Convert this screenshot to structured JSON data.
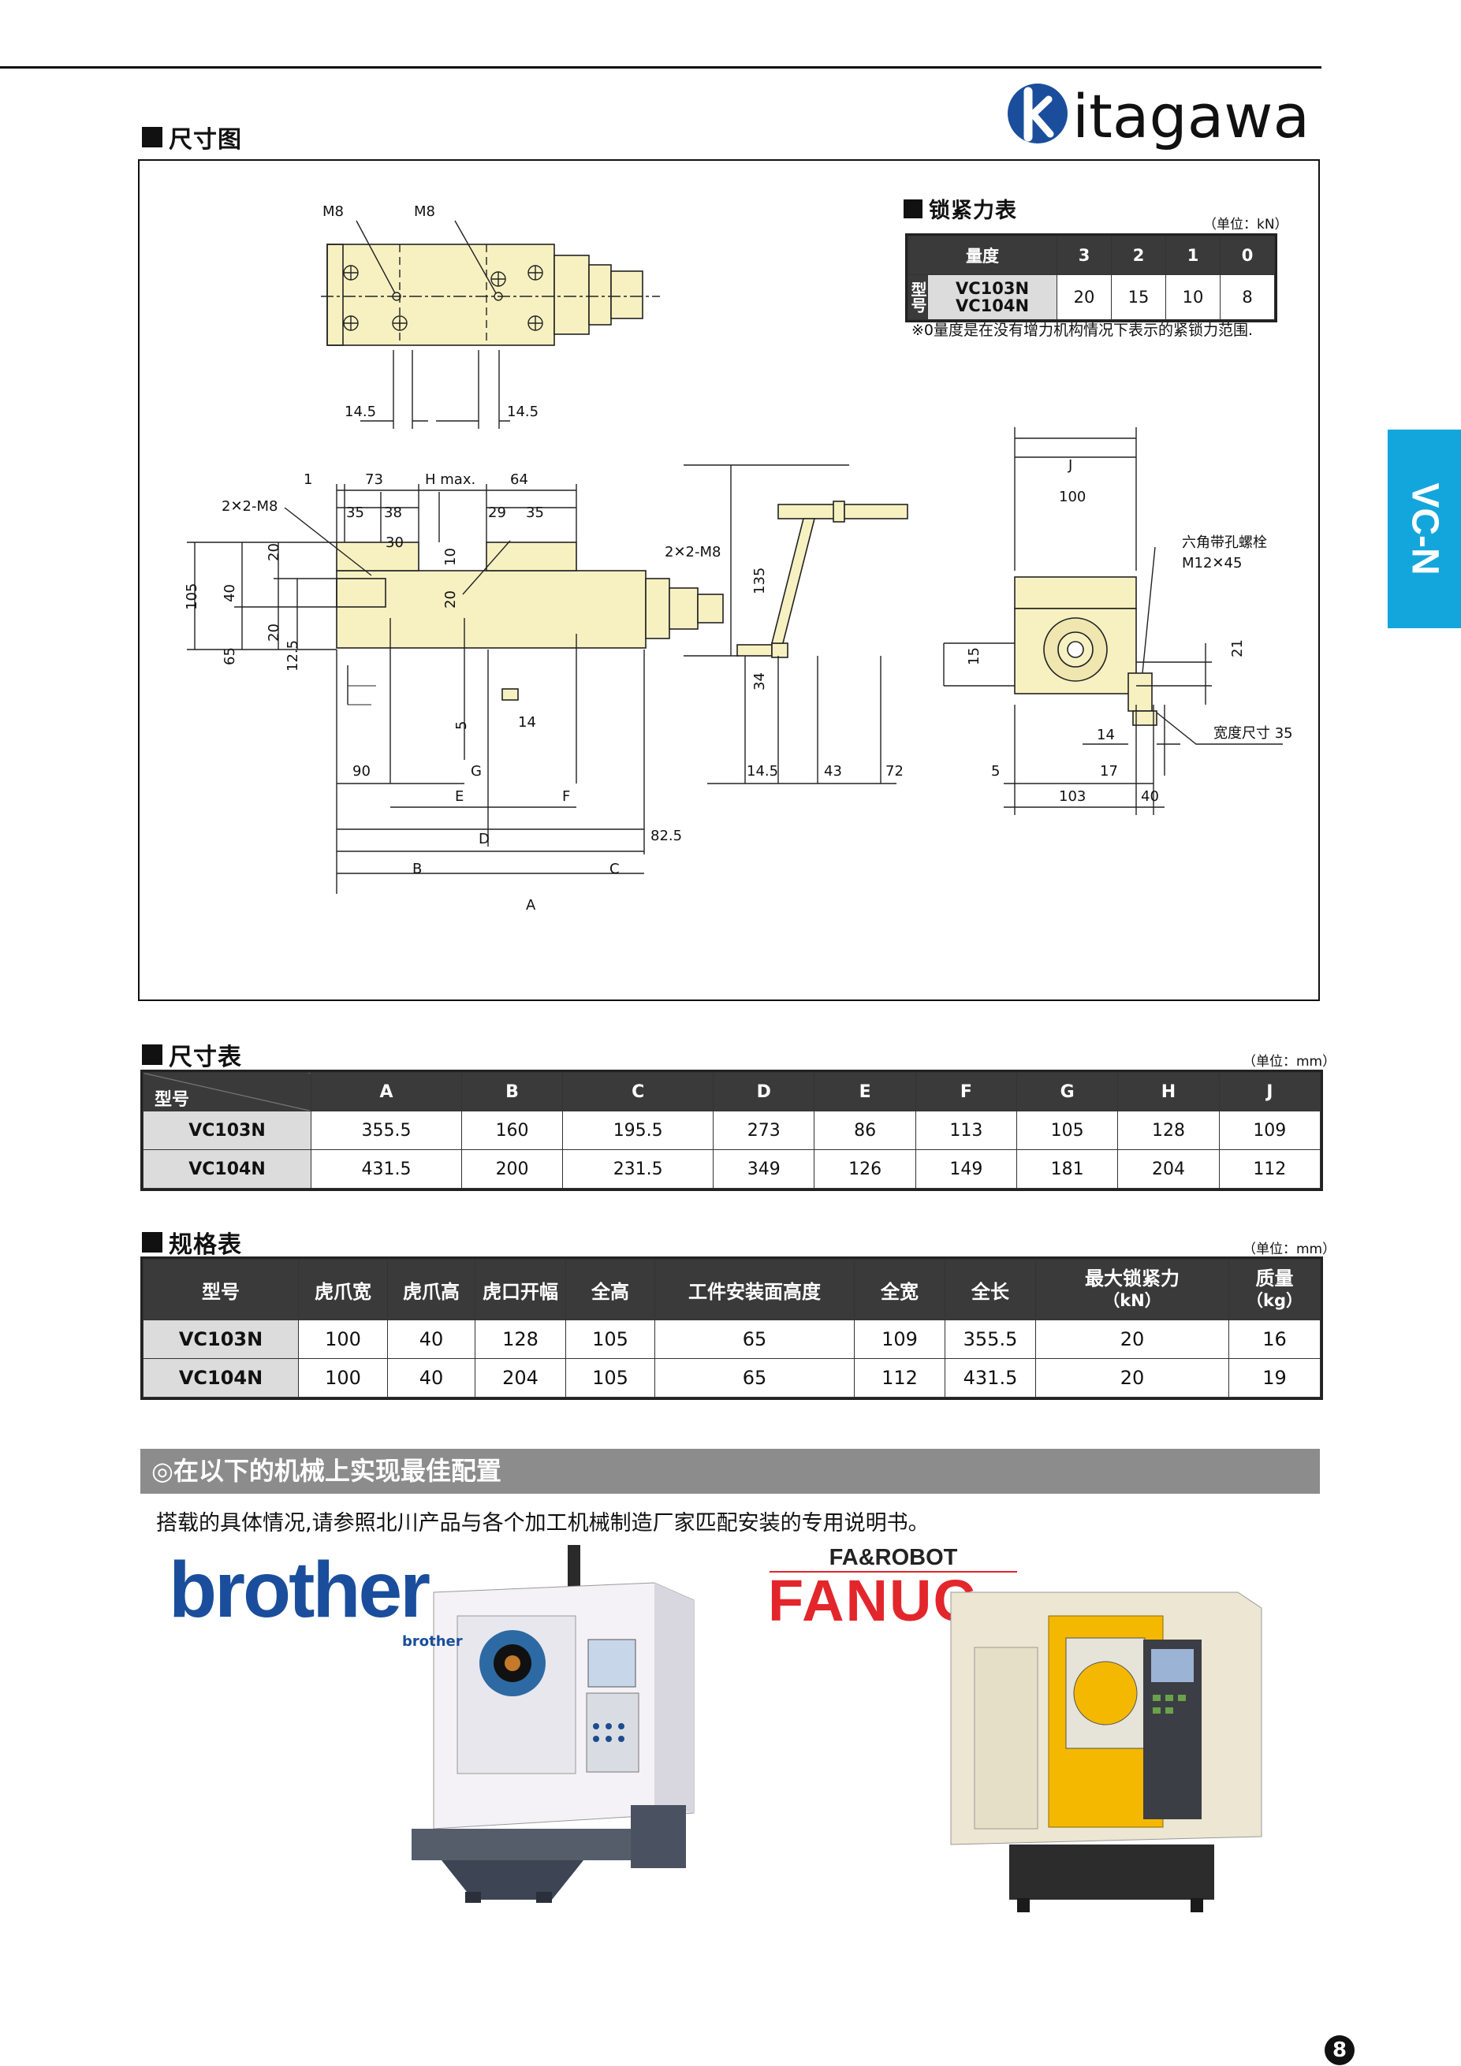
{
  "brand": {
    "logo_text": "kitagawa",
    "logo_k": "k",
    "logo_rest": "itagawa"
  },
  "side_tab": "VC-N",
  "page_number": "8",
  "dimension_drawing": {
    "heading": "尺寸图",
    "labels": {
      "m8_left": "M8",
      "m8_right": "M8",
      "top_14_5_left": "14.5",
      "top_14_5_right": "14.5",
      "d1": "1",
      "d73": "73",
      "hmax": "H max.",
      "d64": "64",
      "m8_2x_left": "2✕2-M8",
      "d35a": "35",
      "d38": "38",
      "d29": "29",
      "d35b": "35",
      "d30": "30",
      "d10": "10",
      "d20a": "20",
      "d20b": "20",
      "d20c": "20",
      "d40": "40",
      "d105": "105",
      "d65": "65",
      "d12_5": "12.5",
      "m8_2x_right": "2✕2-M8",
      "d5": "5",
      "d14a": "14",
      "d90": "90",
      "G": "G",
      "E": "E",
      "F": "F",
      "D": "D",
      "d82_5": "82.5",
      "B": "B",
      "C": "C",
      "A": "A",
      "d135": "135",
      "d34": "34",
      "d14_5b": "14.5",
      "d43": "43",
      "d72": "72",
      "J": "J",
      "d100": "100",
      "bolt_label": "六角带孔螺栓",
      "bolt_spec": "M12✕45",
      "d15": "15",
      "d21": "21",
      "d14b": "14",
      "width_size": "宽度尺寸 35",
      "d5b": "5",
      "d17": "17",
      "d103": "103",
      "d40b": "40"
    }
  },
  "clamp_force": {
    "heading": "锁紧力表",
    "unit": "（单位：kN）",
    "col_head": "量度",
    "levels": [
      "3",
      "2",
      "1",
      "0"
    ],
    "row_head": "型号",
    "models": [
      "VC103N",
      "VC104N"
    ],
    "values": [
      "20",
      "15",
      "10",
      "8"
    ],
    "note": "※0量度是在没有增力机构情况下表示的紧锁力范围."
  },
  "dim_table": {
    "heading": "尺寸表",
    "unit": "（单位：mm）",
    "model_head": "型号",
    "columns": [
      "A",
      "B",
      "C",
      "D",
      "E",
      "F",
      "G",
      "H",
      "J"
    ],
    "rows": [
      {
        "model": "VC103N",
        "cells": [
          "355.5",
          "160",
          "195.5",
          "273",
          "86",
          "113",
          "105",
          "128",
          "109"
        ]
      },
      {
        "model": "VC104N",
        "cells": [
          "431.5",
          "200",
          "231.5",
          "349",
          "126",
          "149",
          "181",
          "204",
          "112"
        ]
      }
    ]
  },
  "spec_table": {
    "heading": "规格表",
    "unit": "（单位：mm）",
    "columns": [
      "型号",
      "虎爪宽",
      "虎爪高",
      "虎口开幅",
      "全高",
      "工件安装面高度",
      "全宽",
      "全长",
      "最大锁紧力",
      "质量"
    ],
    "column_sub": {
      "最大锁紧力": "（kN）",
      "质量": "（kg）"
    },
    "rows": [
      {
        "model": "VC103N",
        "cells": [
          "100",
          "40",
          "128",
          "105",
          "65",
          "109",
          "355.5",
          "20",
          "16"
        ]
      },
      {
        "model": "VC104N",
        "cells": [
          "100",
          "40",
          "204",
          "105",
          "65",
          "112",
          "431.5",
          "20",
          "19"
        ]
      }
    ]
  },
  "machines": {
    "banner": "◎在以下的机械上实现最佳配置",
    "note": "搭载的具体情况,请参照北川产品与各个加工机械制造厂家匹配安装的专用说明书。",
    "brother_logo": "brother",
    "brother_small": "brother",
    "fanuc_top": "FA&ROBOT",
    "fanuc_logo": "FANUC"
  },
  "colors": {
    "part_fill": "#f7f1c2",
    "accent_blue": "#13a6dc",
    "brother_blue": "#1a4e9c",
    "fanuc_red": "#e3262b",
    "fanuc_yellow": "#f5b800"
  }
}
